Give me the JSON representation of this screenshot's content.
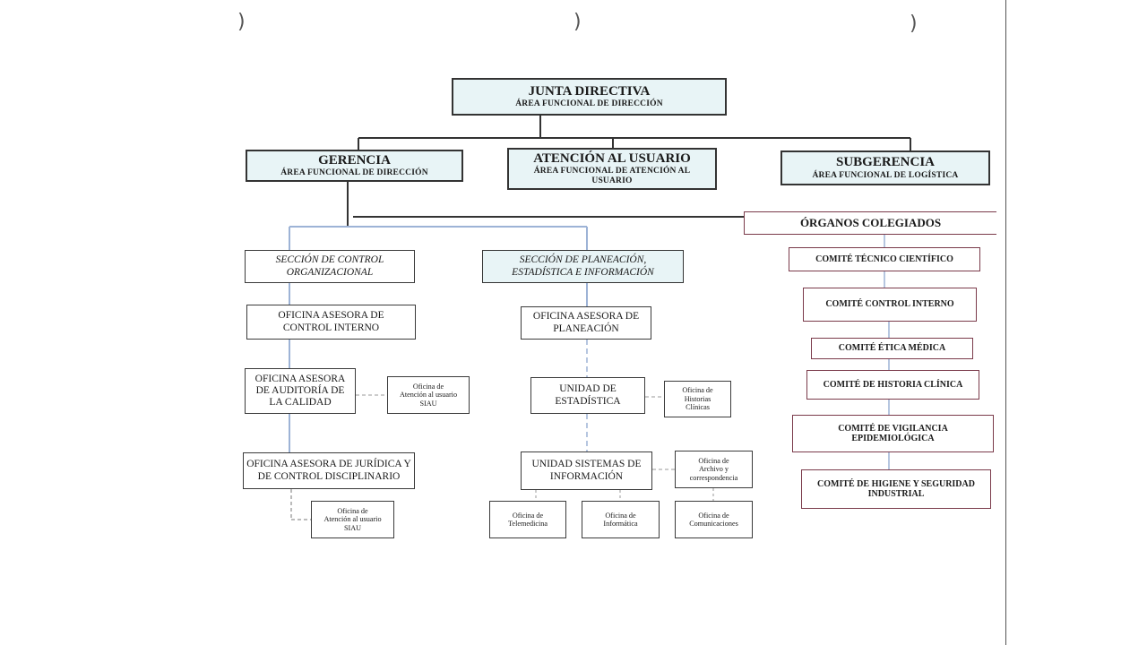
{
  "punch_mark": ")",
  "junta": {
    "title": "JUNTA DIRECTIVA",
    "sub": "ÁREA FUNCIONAL DE DIRECCIÓN"
  },
  "gerencia": {
    "title": "GERENCIA",
    "sub": "ÁREA FUNCIONAL DE DIRECCIÓN"
  },
  "atencion": {
    "title": "ATENCIÓN AL USUARIO",
    "sub1": "ÁREA FUNCIONAL DE ATENCIÓN AL",
    "sub2": "USUARIO"
  },
  "subgerencia": {
    "title": "SUBGERENCIA",
    "sub": "ÁREA FUNCIONAL DE LOGÍSTICA"
  },
  "organos": {
    "title": "ÓRGANOS COLEGIADOS"
  },
  "sec_control": {
    "line1": "SECCIÓN DE CONTROL",
    "line2": "ORGANIZACIONAL"
  },
  "sec_planeacion": {
    "line1": "SECCIÓN DE PLANEACIÓN,",
    "line2": "ESTADÍSTICA E INFORMACIÓN"
  },
  "of_control_interno": {
    "line1": "OFICINA ASESORA DE",
    "line2": "CONTROL INTERNO"
  },
  "of_auditoria": {
    "line1": "OFICINA ASESORA",
    "line2": "DE AUDITORÍA DE",
    "line3": "LA CALIDAD"
  },
  "of_siau_1": {
    "line1": "Oficina de",
    "line2": "Atención al usuario",
    "line3": "SIAU"
  },
  "of_juridica": {
    "line1": "OFICINA ASESORA DE JURÍDICA Y",
    "line2": "DE CONTROL DISCIPLINARIO"
  },
  "of_siau_2": {
    "line1": "Oficina de",
    "line2": "Atención al usuario",
    "line3": "SIAU"
  },
  "of_planeacion": {
    "line1": "OFICINA ASESORA DE",
    "line2": "PLANEACIÓN"
  },
  "u_estadistica": {
    "line1": "UNIDAD DE",
    "line2": "ESTADÍSTICA"
  },
  "of_historias": {
    "line1": "Oficina de",
    "line2": "Historias",
    "line3": "Clínicas"
  },
  "u_sistemas": {
    "line1": "UNIDAD SISTEMAS DE",
    "line2": "INFORMACIÓN"
  },
  "of_archivo": {
    "line1": "Oficina de",
    "line2": "Archivo y",
    "line3": "correspondencia"
  },
  "of_telemedicina": {
    "line1": "Oficina de",
    "line2": "Telemedicina"
  },
  "of_informatica": {
    "line1": "Oficina de",
    "line2": "Informática"
  },
  "of_comunicaciones": {
    "line1": "Oficina de",
    "line2": "Comunicaciones"
  },
  "comites": [
    {
      "l1": "COMITÉ TÉCNICO CIENTÍFICO",
      "l2": ""
    },
    {
      "l1": "COMITÉ CONTROL INTERNO",
      "l2": ""
    },
    {
      "l1": "COMITÉ ÉTICA MÉDICA",
      "l2": ""
    },
    {
      "l1": "COMITÉ DE HISTORIA CLÍNICA",
      "l2": ""
    },
    {
      "l1": "COMITÉ DE VIGILANCIA",
      "l2": "EPIDEMIOLÓGICA"
    },
    {
      "l1": "COMITÉ DE HIGIENE Y SEGURIDAD",
      "l2": "INDUSTRIAL"
    }
  ],
  "colors": {
    "fill": "#e8f4f6",
    "connector_blue": "#9db3d6",
    "organ_border": "#7a3a4a"
  }
}
